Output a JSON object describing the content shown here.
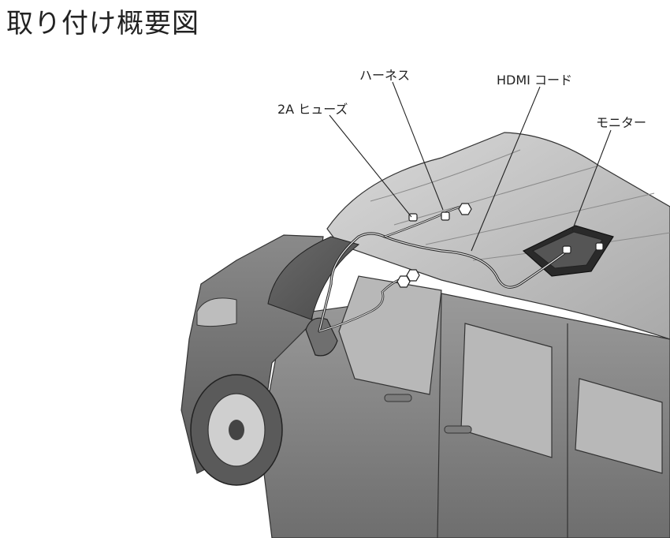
{
  "title": "取り付け概要図",
  "callouts": {
    "fuse": "2A ヒューズ",
    "harness": "ハーネス",
    "hdmi": "HDMI コード",
    "monitor": "モニター"
  }
}
